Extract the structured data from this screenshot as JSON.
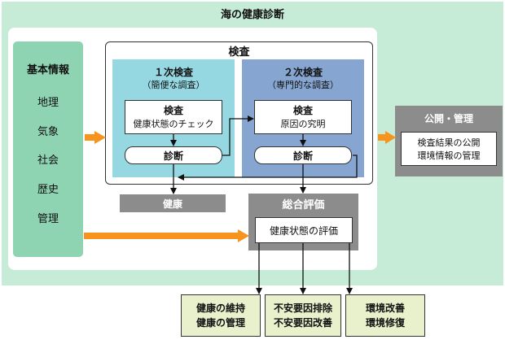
{
  "title": "海の健康診断",
  "basic": {
    "title": "基本情報",
    "items": [
      "地理",
      "気象",
      "社会",
      "歴史",
      "管理"
    ]
  },
  "inspection": {
    "title": "検査",
    "primary": {
      "title": "１次検査",
      "subtitle": "（簡便な調査）",
      "box_title": "検査",
      "box_text": "健康状態のチェック",
      "diagnosis": "診断"
    },
    "secondary": {
      "title": "２次検査",
      "subtitle": "（専門的な調査）",
      "box_title": "検査",
      "box_text": "原因の究明",
      "diagnosis": "診断"
    }
  },
  "health": "健康",
  "evaluation": {
    "title": "総合評価",
    "inner": "健康状態の評価"
  },
  "publication": {
    "title": "公開・管理",
    "line1": "検査結果の公開",
    "line2": "環境情報の管理"
  },
  "results": [
    {
      "line1": "健康の維持",
      "line2": "健康の管理"
    },
    {
      "line1": "不安要因排除",
      "line2": "不安要因改善"
    },
    {
      "line1": "環境改善",
      "line2": "環境修復"
    }
  ],
  "colors": {
    "outer_bg": "#c6ecd8",
    "basic_bg": "#8fd4b2",
    "primary_bg": "#95d8e2",
    "secondary_bg": "#86a6d1",
    "gray_box": "#8c8c8c",
    "result_bg": "#e9f0cc",
    "arrow_orange": "#f7941d"
  }
}
